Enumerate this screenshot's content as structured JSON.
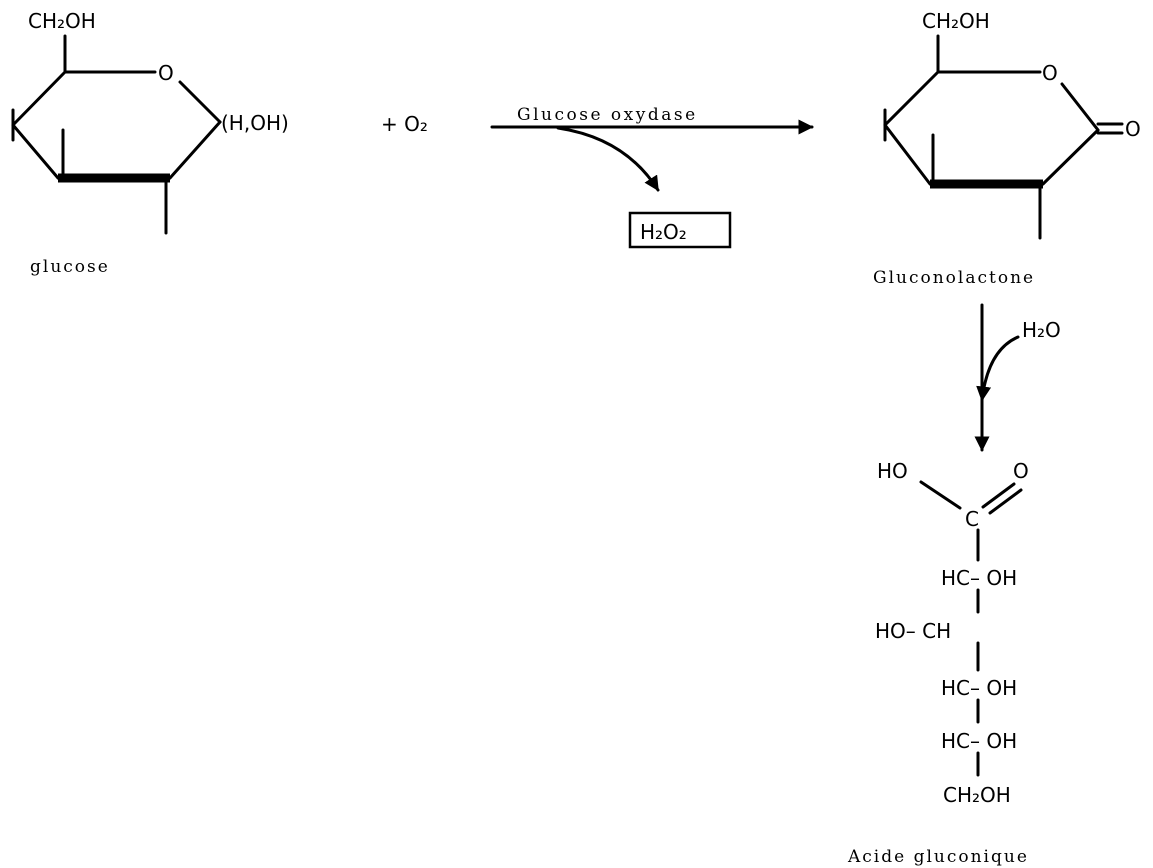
{
  "reaction": {
    "glucose": {
      "substituent": "CH₂OH",
      "ring_oxygen": "O",
      "anomeric": "(H,OH)",
      "name": "glucose"
    },
    "plus_oxygen": "+ O₂",
    "enzyme": "Glucose oxydase",
    "byproduct": "H₂O₂",
    "gluconolactone": {
      "substituent": "CH₂OH",
      "ring_oxygen": "O",
      "carbonyl_oxygen": "O",
      "name": "Gluconolactone"
    },
    "water": "H₂O",
    "gluconic_acid": {
      "hydroxyl": "HO",
      "carbonyl_oxygen": "O",
      "carbon": "C",
      "row1": "HC– OH",
      "row2": "HO– CH",
      "row3": "HC– OH",
      "row4": "HC– OH",
      "row5": "CH₂OH",
      "name": "Acide gluconique"
    }
  },
  "colors": {
    "ink": "#000000",
    "background": "#ffffff"
  }
}
